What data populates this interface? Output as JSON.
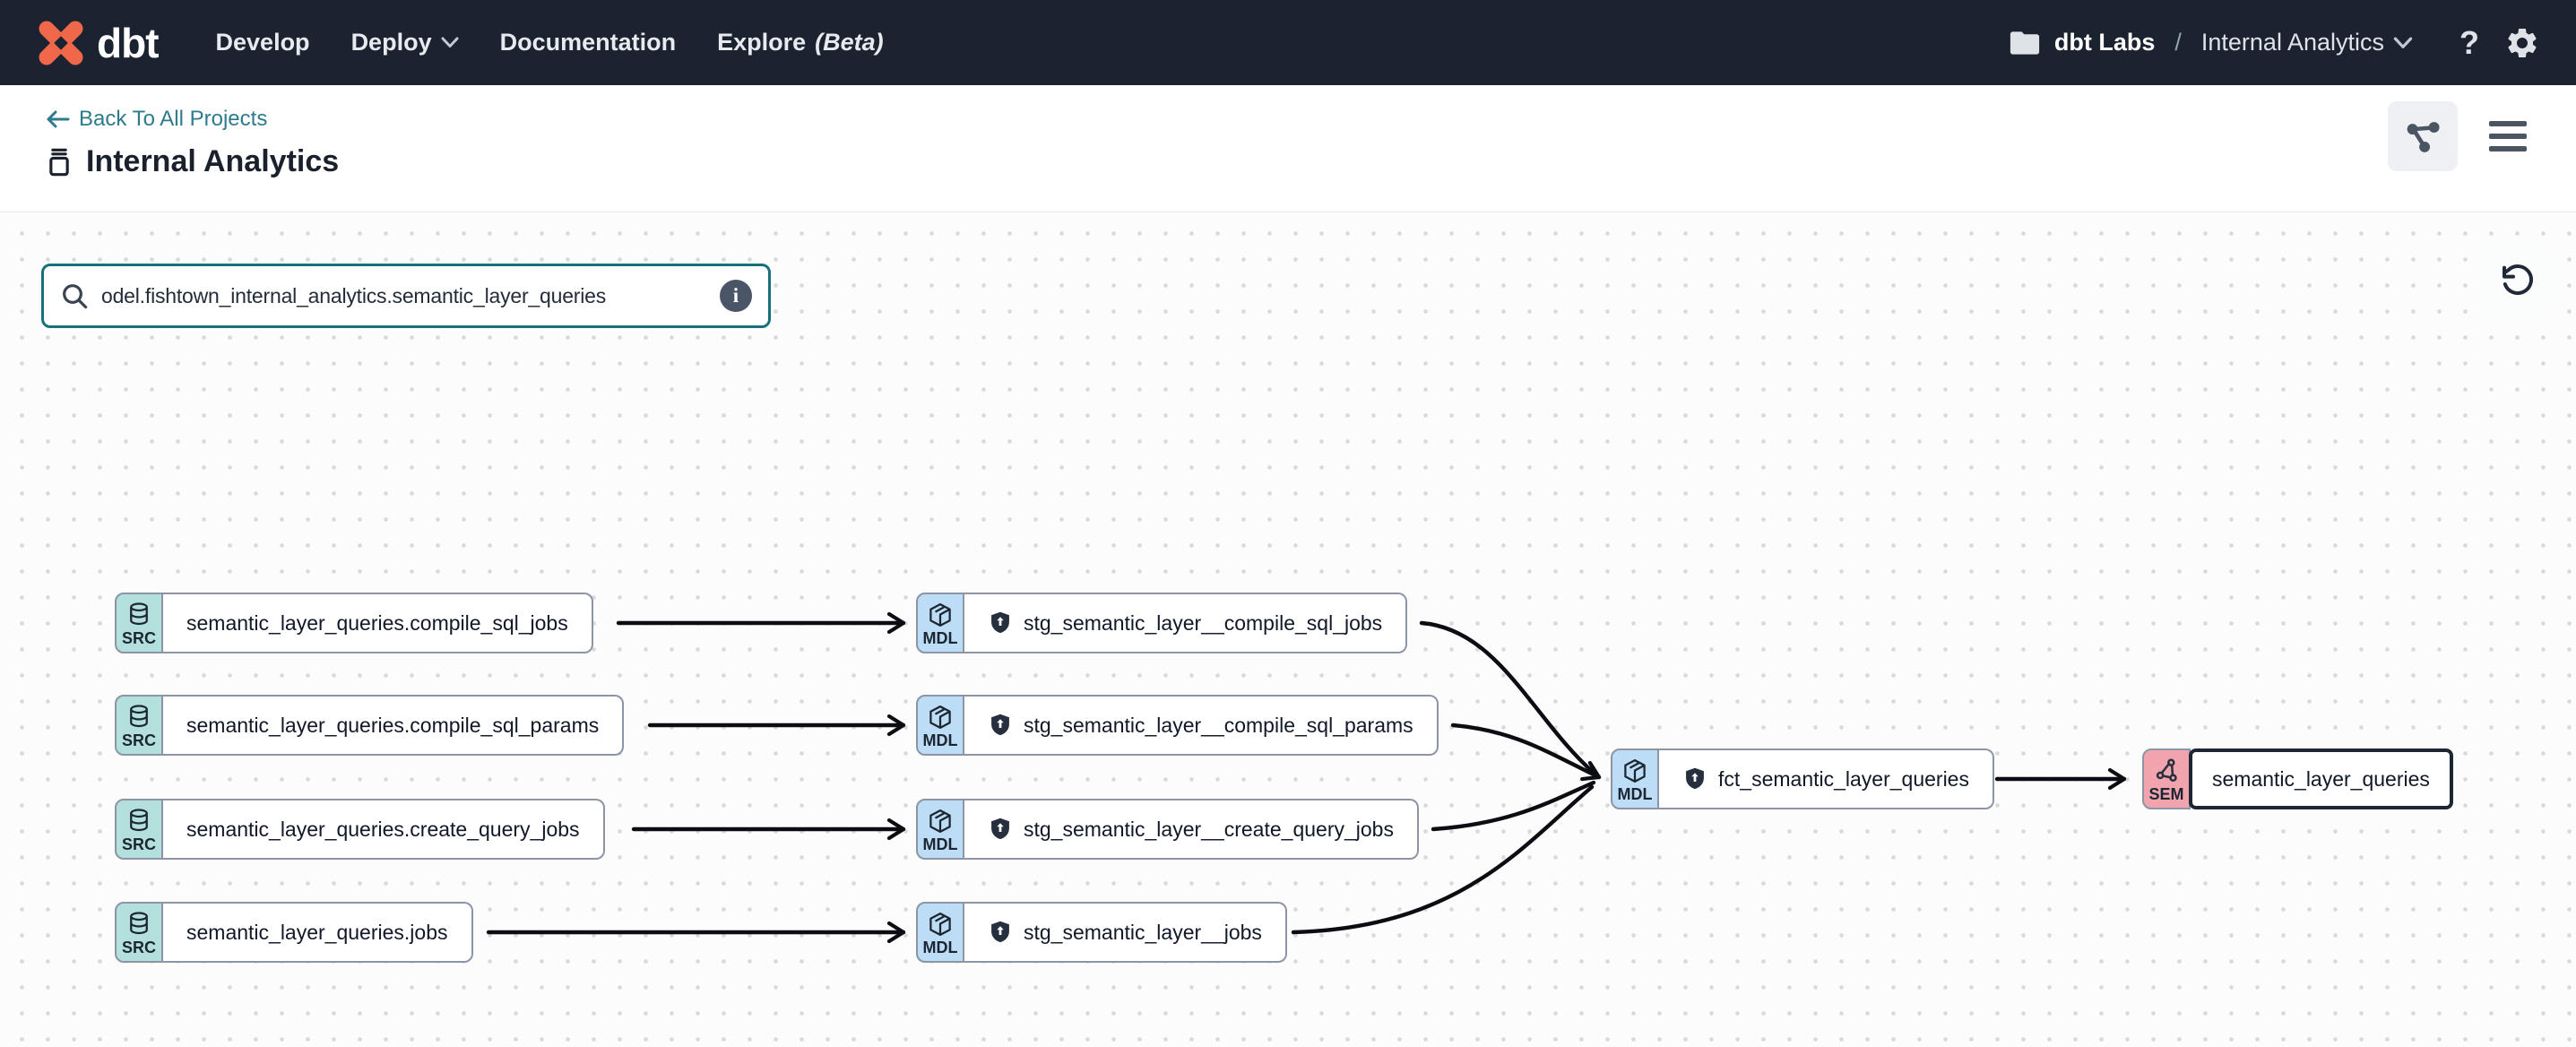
{
  "colors": {
    "nav_bg": "#1b2330",
    "accent_orange": "#f0684a",
    "link_teal": "#2e7b8e",
    "search_border_teal": "#1a6f7e",
    "src_badge_bg": "#b3dfdc",
    "mdl_badge_bg": "#bddcf5",
    "sem_badge_bg": "#f1a3ae",
    "edge_color": "#0b0d12"
  },
  "nav": {
    "logo_text": "dbt",
    "items": [
      {
        "label": "Develop"
      },
      {
        "label": "Deploy"
      },
      {
        "label": "Documentation"
      },
      {
        "label": "Explore",
        "suffix": "(Beta)"
      }
    ],
    "account_label": "dbt Labs",
    "breadcrumb_separator": "/",
    "project_label": "Internal Analytics",
    "help_label": "?"
  },
  "header": {
    "back_link_label": "Back To All Projects",
    "title": "Internal Analytics"
  },
  "canvas_toolbar": {
    "search_value": "odel.fishtown_internal_analytics.semantic_layer_queries",
    "info_glyph": "i"
  },
  "graph": {
    "src_nodes": [
      {
        "badge": "SRC",
        "label": "semantic_layer_queries.compile_sql_jobs"
      },
      {
        "badge": "SRC",
        "label": "semantic_layer_queries.compile_sql_params"
      },
      {
        "badge": "SRC",
        "label": "semantic_layer_queries.create_query_jobs"
      },
      {
        "badge": "SRC",
        "label": "semantic_layer_queries.jobs"
      }
    ],
    "mdl_nodes": [
      {
        "badge": "MDL",
        "label": "stg_semantic_layer__compile_sql_jobs"
      },
      {
        "badge": "MDL",
        "label": "stg_semantic_layer__compile_sql_params"
      },
      {
        "badge": "MDL",
        "label": "stg_semantic_layer__create_query_jobs"
      },
      {
        "badge": "MDL",
        "label": "stg_semantic_layer__jobs"
      }
    ],
    "fct_node": {
      "badge": "MDL",
      "label": "fct_semantic_layer_queries"
    },
    "sem_node": {
      "badge": "SEM",
      "label": "semantic_layer_queries"
    }
  }
}
